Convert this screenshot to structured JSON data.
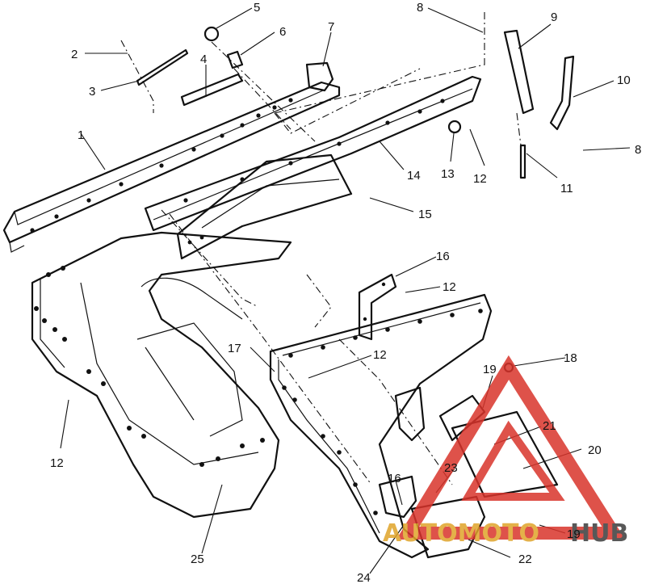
{
  "callouts": [
    {
      "id": "c1",
      "text": "1"
    },
    {
      "id": "c2",
      "text": "2"
    },
    {
      "id": "c3",
      "text": "3"
    },
    {
      "id": "c4",
      "text": "4"
    },
    {
      "id": "c5",
      "text": "5"
    },
    {
      "id": "c6",
      "text": "6"
    },
    {
      "id": "c7",
      "text": "7"
    },
    {
      "id": "c8a",
      "text": "8"
    },
    {
      "id": "c8b",
      "text": "8"
    },
    {
      "id": "c9",
      "text": "9"
    },
    {
      "id": "c10",
      "text": "10"
    },
    {
      "id": "c11",
      "text": "11"
    },
    {
      "id": "c12a",
      "text": "12"
    },
    {
      "id": "c12b",
      "text": "12"
    },
    {
      "id": "c12c",
      "text": "12"
    },
    {
      "id": "c12d",
      "text": "12"
    },
    {
      "id": "c13",
      "text": "13"
    },
    {
      "id": "c14",
      "text": "14"
    },
    {
      "id": "c15",
      "text": "15"
    },
    {
      "id": "c16a",
      "text": "16"
    },
    {
      "id": "c16b",
      "text": "16"
    },
    {
      "id": "c17",
      "text": "17"
    },
    {
      "id": "c18",
      "text": "18"
    },
    {
      "id": "c19a",
      "text": "19"
    },
    {
      "id": "c19b",
      "text": "19"
    },
    {
      "id": "c20",
      "text": "20"
    },
    {
      "id": "c21",
      "text": "21"
    },
    {
      "id": "c22",
      "text": "22"
    },
    {
      "id": "c23",
      "text": "23"
    },
    {
      "id": "c24",
      "text": "24"
    },
    {
      "id": "c25",
      "text": "25"
    }
  ],
  "watermark": {
    "brand_part1": "AUTOMOTO",
    "brand_part2": "HUB",
    "color_primary": "#d9342b",
    "color_secondary": "#e0a42a",
    "color_dark": "#3b3b3b"
  }
}
